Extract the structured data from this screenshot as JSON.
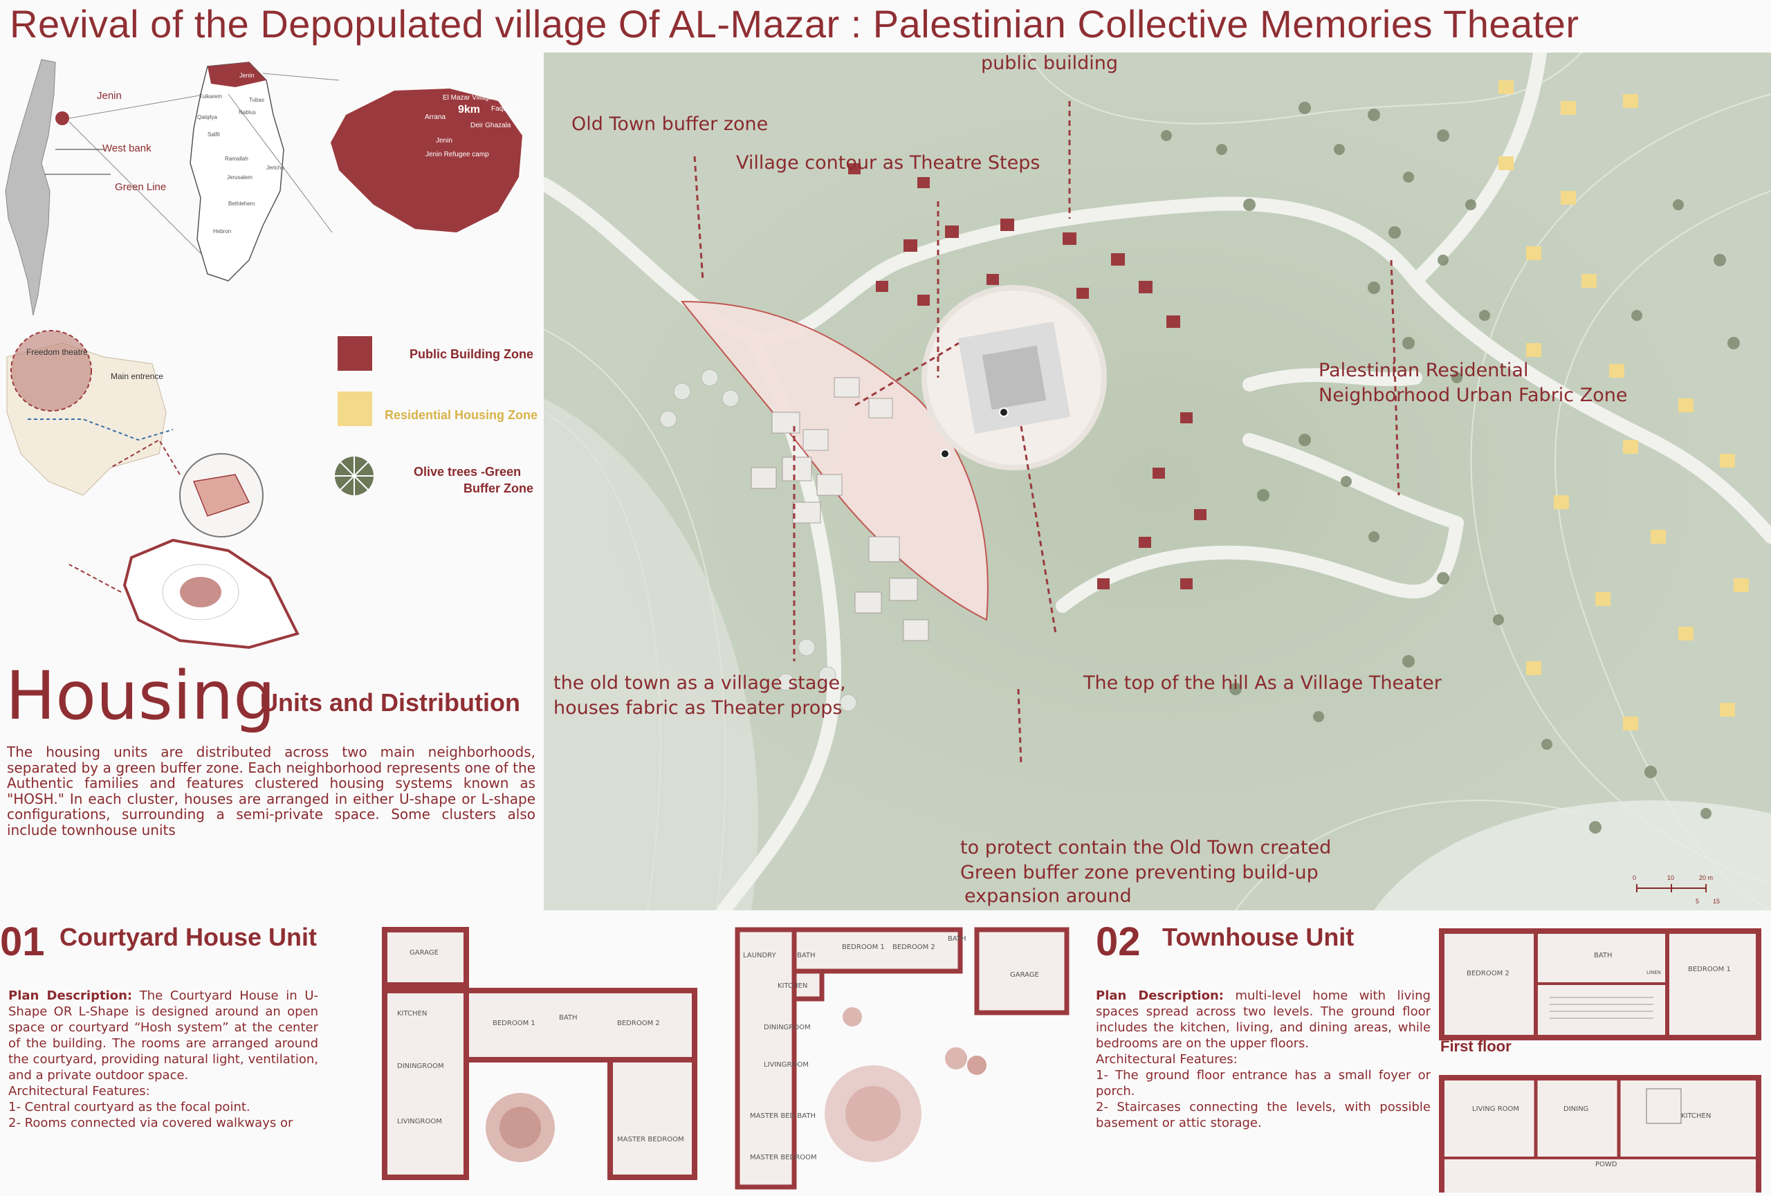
{
  "title": "Revival of the Depopulated village Of AL-Mazar : Palestinian Collective Memories Theater",
  "maps": {
    "country_labels": [
      "Jenin",
      "West bank",
      "Green Line"
    ],
    "westbank_labels": [
      "Jenin",
      "Tulkarem",
      "Tubas",
      "Nablus",
      "Qalqilya",
      "Salfit",
      "Ramallah",
      "Jericho",
      "Jerusalem",
      "Bethlehem",
      "Hebron"
    ],
    "jenin_labels": [
      "El Mazar Village",
      "Arrana",
      "Faqqu'a",
      "9km",
      "Deir Ghazala",
      "Jenin",
      "Jenin Refugee camp"
    ],
    "local_labels": [
      "Freedom theatre",
      "Main entrence"
    ]
  },
  "legend": {
    "public": "Public Building Zone",
    "residential": "Residential Housing Zone",
    "olive_line1": "Olive trees -Green",
    "olive_line2": "Buffer Zone",
    "public_color": "#9b3a3e",
    "residential_color": "#f3d98a"
  },
  "annotations": {
    "public_building": "public building",
    "old_town_buffer": "Old Town buffer zone",
    "village_contour": "Village  contour as  Theatre Steps",
    "residential_line1": "Palestinian Residential",
    "residential_line2": "Neighborhood Urban Fabric Zone",
    "old_town_line1": "the old town as a village stage,",
    "old_town_line2": "houses fabric as Theater props",
    "hilltop": "The top of the hill As a Village Theater",
    "protect_line1": "to protect contain the Old Town created",
    "protect_line2": "Green buffer zone preventing build-up",
    "protect_line3": "expansion around",
    "scale": [
      "0",
      "10",
      "20 m",
      "5",
      "15"
    ]
  },
  "housing": {
    "heading": "Housing",
    "subheading": "Units and Distribution",
    "description": "The housing units are distributed across two main neighborhoods, separated by a green buffer zone. Each neighborhood represents one of the Authentic families and features clustered housing systems known as \"HOSH.\" In each cluster, houses are arranged in either U-shape or L-shape configurations, surrounding a semi-private space. Some clusters also include townhouse units"
  },
  "unit1": {
    "number": "01",
    "title": "Courtyard House Unit",
    "desc_label": "Plan Description:",
    "desc": " The Courtyard House in U-Shape OR L-Shape is designed around an open space or courtyard “Hosh system” at the center of the building. The rooms are arranged around the courtyard, providing natural light, ventilation, and a private outdoor space.",
    "features_title": "Architectural Features:",
    "feature1": "1- Central courtyard as the focal point.",
    "feature2": "2- Rooms connected via covered walkways or",
    "rooms": [
      "GARAGE",
      "KITCHEN",
      "DININGROOM",
      "LIVINGROOM",
      "BEDROOM 1",
      "BATH",
      "BEDROOM 2",
      "MASTER BEDROOM"
    ],
    "rooms_b": [
      "LAUNDRY",
      "BATH",
      "BEDROOM 1",
      "BEDROOM 2",
      "BATH",
      "GARAGE",
      "KITCHEN",
      "DININGROOM",
      "LIVINGROOM",
      "MASTER BED BATH",
      "MASTER BEDROOM"
    ]
  },
  "unit2": {
    "number": "02",
    "title": "Townhouse Unit",
    "desc_label": "Plan Description:",
    "desc": " multi-level home with living spaces spread across two levels. The ground floor includes the kitchen, living, and dining areas, while bedrooms are on the upper floors.",
    "features_title": "Architectural Features:",
    "feature1": "1- The ground floor entrance has a small foyer or porch.",
    "feature2": "2- Staircases connecting the levels, with possible basement or attic storage.",
    "first_floor": "First floor",
    "rooms_first": [
      "BEDROOM 2",
      "BATH",
      "BEDROOM 1",
      "LINEN"
    ],
    "rooms_ground": [
      "LIVING ROOM",
      "DINING",
      "KITCHEN",
      "POWD"
    ]
  }
}
